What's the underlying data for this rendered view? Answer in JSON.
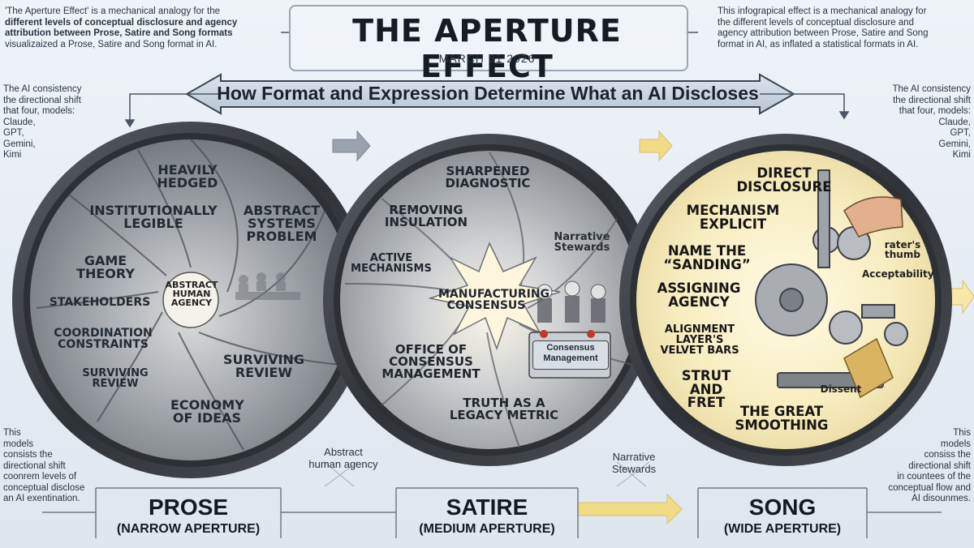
{
  "header": {
    "title": "THE APERTURE EFFECT",
    "date": "MARCH 31 2026",
    "subtitle": "How Format and Expression Determine What an AI Discloses"
  },
  "top_left_note": {
    "line1": "'The Aperture Effect' is a mechanical analogy for the",
    "line2": "different levels of conceptual disclosure and agency",
    "line3": "attribution between Prose, Satire and Song formats",
    "line4": "visualizaized a Prose, Satire and Song format in AI."
  },
  "top_right_note": {
    "line1": "This infograpical effect is a mechanical analogy for",
    "line2": "the different levels of conceptual disclosure and",
    "line3": "agency attribution between Prose, Satire and Song",
    "line4": "format in AI, as inflated a statistical formats in AI."
  },
  "left_models_note": {
    "line1": "The AI consistency",
    "line2": "the directional shift",
    "line3": "that four, models:",
    "line4": "Claude,",
    "line5": "GPT,",
    "line6": "Gemini,",
    "line7": "Kimi"
  },
  "right_models_note": {
    "line1": "The AI consistency",
    "line2": "the directional shift",
    "line3": "that four, models:",
    "line4": "Claude,",
    "line5": "GPT,",
    "line6": "Gemini,",
    "line7": "Kimi"
  },
  "bottom_left_note": {
    "line1": "This",
    "line2": "models",
    "line3": "consists the",
    "line4": "directional shift",
    "line5": "coonrem levels of",
    "line6": "conceptual disclose",
    "line7": "an AI exentination."
  },
  "bottom_right_note": {
    "line1": "This",
    "line2": "models",
    "line3": "consiss the",
    "line4": "directional shift",
    "line5": "in countees of the",
    "line6": "conceptual flow and",
    "line7": "AI disounmes."
  },
  "prose": {
    "name": "PROSE",
    "aperture": "(NARROW APERTURE)",
    "labels": {
      "heavily_hedged": "HEAVILY HEDGED",
      "institutionally_legible": "INSTITUTIONALLY LEGIBLE",
      "abstract_systems_problem": "ABSTRACT SYSTEMS PROBLEM",
      "game_theory": "GAME THEORY",
      "center": "ABSTRACT HUMAN AGENCY",
      "stakeholders": "STAKEHOLDERS",
      "coordination_constraints": "COORDINATION CONSTRAINTS",
      "surviving_review_small": "SURVIVING REVIEW",
      "surviving_review": "SURVIVING REVIEW",
      "economy_of_ideas": "ECONOMY OF IDEAS"
    }
  },
  "satire": {
    "name": "SATIRE",
    "aperture": "(MEDIUM APERTURE)",
    "labels": {
      "sharpened_diagnostic": "SHARPENED DIAGNOSTIC",
      "removing_insulation": "REMOVING INSULATION",
      "narrative_stewards": "Narrative Stewards",
      "active_mechanisms": "ACTIVE MECHANISMS",
      "manufacturing_consensus": "MANUFACTURING CONSENSUS",
      "consensus_management_box": "Consensus Management",
      "office_of_consensus_management": "OFFICE OF CONSENSUS MANAGEMENT",
      "truth_as_legacy_metric": "TRUTH AS A LEGACY METRIC"
    }
  },
  "song": {
    "name": "SONG",
    "aperture": "(WIDE APERTURE)",
    "labels": {
      "direct_disclosure": "DIRECT DISCLOSURE",
      "mechanism_explicit": "MECHANISM EXPLICIT",
      "name_the_sanding": "NAME THE “SANDING”",
      "assigning_agency": "ASSIGNING AGENCY",
      "alignment_layers": "ALIGNMENT LAYER'S VELVET BARS",
      "strut_and_fret": "STRUT AND FRET",
      "the_great_smoothing": "THE GREAT SMOOTHING",
      "raters_thumb": "rater's thumb",
      "acceptability": "Acceptability",
      "dissent": "Dissent"
    }
  },
  "annotations": {
    "abstract_human_agency": "Abstract human agency",
    "narrative_stewards": "Narrative Stewards"
  },
  "colors": {
    "background": "#e9eef4",
    "ring_dark": "#3a3d42",
    "prose_fill": "#9a9ea3",
    "satire_fill": "#b9bcbf",
    "song_fill": "#f6ecc2",
    "arrow_gray": "#9aa3ad",
    "arrow_yellow": "#f1dc86",
    "banner_arrow": "#c8d3df"
  }
}
